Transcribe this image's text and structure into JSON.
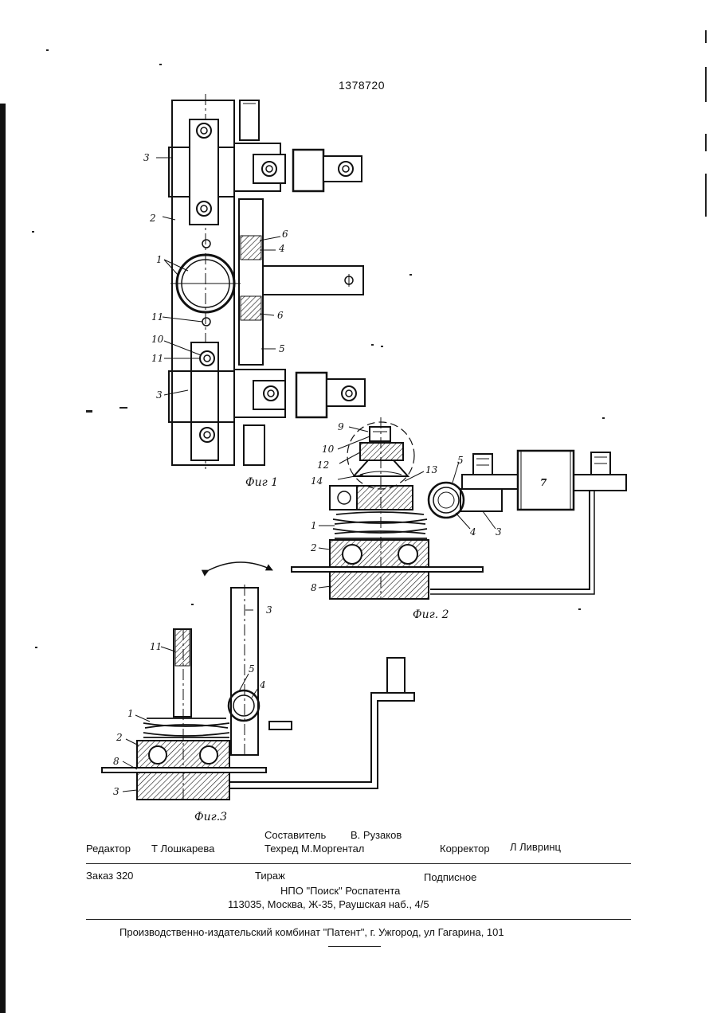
{
  "header": {
    "doc_number": "1378720"
  },
  "figures": {
    "fig1": {
      "caption": "Фиг 1",
      "labels": [
        "3",
        "2",
        "1",
        "11",
        "10",
        "11",
        "3",
        "6",
        "4",
        "6",
        "5"
      ]
    },
    "fig2": {
      "caption": "Фиг. 2",
      "labels": [
        "9",
        "10",
        "12",
        "14",
        "13",
        "5",
        "4",
        "3",
        "7",
        "1",
        "2",
        "8"
      ]
    },
    "fig3": {
      "caption": "Фиг.3",
      "labels": [
        "11",
        "3",
        "5",
        "4",
        "1",
        "2",
        "8",
        "3"
      ]
    }
  },
  "footer": {
    "composer_label": "Составитель",
    "composer_name": "В. Рузаков",
    "editor_label": "Редактор",
    "editor_name": "Т Лошкарева",
    "techred": "Техред М.Моргентал",
    "corrector_label": "Корректор",
    "corrector_name": "Л Ливринц",
    "order": "Заказ 320",
    "circulation": "Тираж",
    "subscription": "Подписное",
    "org": "НПО \"Поиск\" Роспатента",
    "address": "113035, Москва, Ж-35, Раушская наб., 4/5",
    "publisher": "Производственно-издательский комбинат \"Патент\", г. Ужгород, ул Гагарина, 101"
  }
}
